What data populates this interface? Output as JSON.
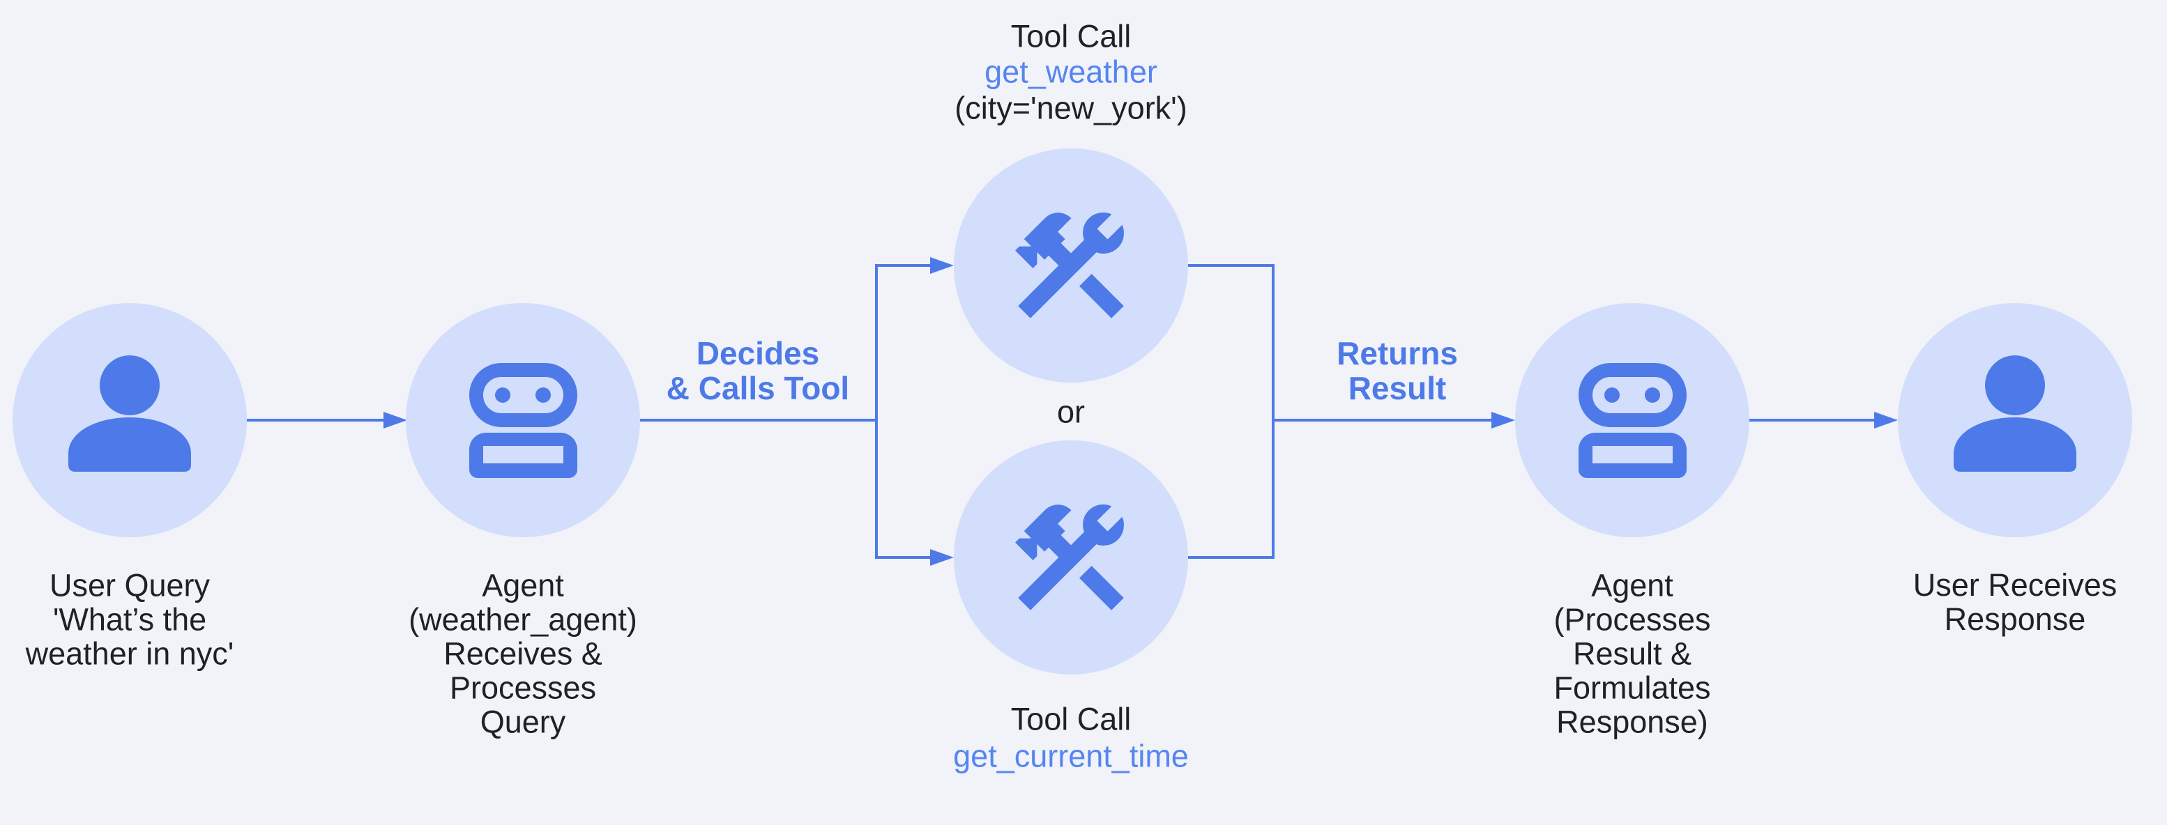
{
  "colors": {
    "background": "#f1f3f9",
    "node_fill": "#d2defb",
    "accent": "#4d7ae8",
    "tool_name_blue": "#5685f2",
    "text": "#202124"
  },
  "flow": {
    "user_query": {
      "label": "User Query\n'What’s the\nweather in nyc'"
    },
    "agent_in": {
      "label": "Agent\n(weather_agent)\nReceives &\nProcesses\nQuery"
    },
    "decides_label": "Decides\n& Calls Tool",
    "tool_weather": {
      "title": "Tool Call",
      "name": "get_weather",
      "args": "(city='new_york')"
    },
    "or_label": "or",
    "tool_time": {
      "title": "Tool Call",
      "name": "get_current_time"
    },
    "returns_label": "Returns\nResult",
    "agent_out": {
      "label": "Agent\n(Processes\nResult &\nFormulates\nResponse)"
    },
    "user_response": {
      "label": "User Receives\nResponse"
    }
  }
}
